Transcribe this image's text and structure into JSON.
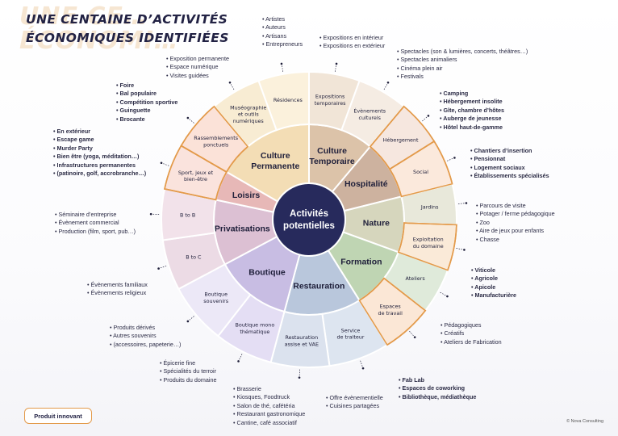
{
  "title": {
    "line1": "UNE CENTAINE D’ACTIVITÉS",
    "line2": "ÉCONOMIQUES IDENTIFIÉES",
    "ghost": "UNE CE… ÉCONOMI…"
  },
  "center": {
    "line1": "Activités",
    "line2": "potentielles"
  },
  "categories": [
    {
      "id": "culture-permanente",
      "lines": [
        "Culture",
        "Permanente"
      ],
      "color": "#f3ddb5"
    },
    {
      "id": "culture-temporaire",
      "lines": [
        "Culture",
        "Temporaire"
      ],
      "color": "#dcc3a9"
    },
    {
      "id": "hospitalite",
      "lines": [
        "Hospitalité"
      ],
      "color": "#cdb29f"
    },
    {
      "id": "nature",
      "lines": [
        "Nature"
      ],
      "color": "#d6d6bd"
    },
    {
      "id": "formation",
      "lines": [
        "Formation"
      ],
      "color": "#bfd5b3"
    },
    {
      "id": "restauration",
      "lines": [
        "Restauration"
      ],
      "color": "#b9c7dc"
    },
    {
      "id": "boutique",
      "lines": [
        "Boutique"
      ],
      "color": "#c8bde3"
    },
    {
      "id": "privatisations",
      "lines": [
        "Privatisations"
      ],
      "color": "#dcc0d3"
    },
    {
      "id": "loisirs",
      "lines": [
        "Loisirs"
      ],
      "color": "#e7b8b7"
    }
  ],
  "segments": [
    {
      "id": "residences",
      "lines": [
        "Résidences"
      ],
      "color": "#fbf1dc",
      "innovant": false
    },
    {
      "id": "expositions-temporaires",
      "lines": [
        "Expositions",
        "temporaires"
      ],
      "color": "#f1e5d7",
      "innovant": false
    },
    {
      "id": "evenements-culturels",
      "lines": [
        "Évènements",
        "culturels"
      ],
      "color": "#f5ece3",
      "innovant": false
    },
    {
      "id": "hebergement",
      "lines": [
        "Hébergement"
      ],
      "color": "#f6e7df",
      "innovant": true
    },
    {
      "id": "social",
      "lines": [
        "Social"
      ],
      "color": "#fbe9dc",
      "innovant": true
    },
    {
      "id": "jardins",
      "lines": [
        "Jardins"
      ],
      "color": "#e8e8da",
      "innovant": false
    },
    {
      "id": "exploitation-du-domaine",
      "lines": [
        "Exploitation",
        "du domaine"
      ],
      "color": "#faead8",
      "innovant": true
    },
    {
      "id": "ateliers",
      "lines": [
        "Ateliers"
      ],
      "color": "#dfeada",
      "innovant": false
    },
    {
      "id": "espaces-de-travail",
      "lines": [
        "Espaces",
        "de travail"
      ],
      "color": "#fbe7d6",
      "innovant": true
    },
    {
      "id": "service-de-traiteur",
      "lines": [
        "Service",
        "de traiteur"
      ],
      "color": "#dde5f0",
      "innovant": false
    },
    {
      "id": "restauration-assise",
      "lines": [
        "Restauration",
        "assise et VAE"
      ],
      "color": "#dbe2ee",
      "innovant": false
    },
    {
      "id": "boutique-mono-thematique",
      "lines": [
        "Boutique mono",
        "thématique"
      ],
      "color": "#e4def4",
      "innovant": false
    },
    {
      "id": "boutique-souvenirs",
      "lines": [
        "Boutique",
        "souvenirs"
      ],
      "color": "#ece8f7",
      "innovant": false
    },
    {
      "id": "b-to-c",
      "lines": [
        "B to C"
      ],
      "color": "#ecdbe5",
      "innovant": false
    },
    {
      "id": "b-to-b",
      "lines": [
        "B to B"
      ],
      "color": "#f2e2ea",
      "innovant": false
    },
    {
      "id": "sport-jeux-bien-etre",
      "lines": [
        "Sport, jeux et",
        "bien-être"
      ],
      "color": "#fae3dd",
      "innovant": true
    },
    {
      "id": "rassemblements-ponctuels",
      "lines": [
        "Rassemblements",
        "ponctuels"
      ],
      "color": "#fbe2d8",
      "innovant": true
    },
    {
      "id": "museographie",
      "lines": [
        "Muséographie",
        "et outils",
        "numériques"
      ],
      "color": "#f8ecd3",
      "innovant": false
    }
  ],
  "notes": [
    {
      "id": "artistes",
      "bold": false,
      "items": [
        "Artistes",
        "Auteurs",
        "Artisans",
        "Entrepreneurs"
      ]
    },
    {
      "id": "expositions",
      "bold": false,
      "items": [
        "Expositions en intérieur",
        "Expositions en extérieur"
      ]
    },
    {
      "id": "spectacles",
      "bold": false,
      "items": [
        "Spectacles (son & lumières, concerts, théâtres…)",
        "Spectacles animaliers",
        "Cinéma plein air",
        "Festivals"
      ]
    },
    {
      "id": "camping",
      "bold": true,
      "items": [
        "Camping",
        "Hébergement insolite",
        "Gîte, chambre d’hôtes",
        "Auberge de jeunesse",
        "Hôtel haut-de-gamme"
      ]
    },
    {
      "id": "chantiers",
      "bold": true,
      "items": [
        "Chantiers d’insertion",
        "Pensionnat",
        "Logement sociaux",
        "Établissements spécialisés"
      ]
    },
    {
      "id": "parcours",
      "bold": false,
      "items": [
        "Parcours de visite",
        "Potager / ferme pédagogique",
        "Zoo",
        "Aire de jeux pour enfants",
        "Chasse"
      ]
    },
    {
      "id": "viticole",
      "bold": true,
      "items": [
        "Viticole",
        "Agricole",
        "Apicole",
        "Manufacturière"
      ]
    },
    {
      "id": "pedagogiques",
      "bold": false,
      "items": [
        "Pédagogiques",
        "Créatifs",
        "Ateliers de Fabrication"
      ]
    },
    {
      "id": "fablab",
      "bold": true,
      "items": [
        "Fab Lab",
        "Espaces de coworking",
        "Bibliothèque, médiathèque"
      ]
    },
    {
      "id": "offre",
      "bold": false,
      "items": [
        "Offre évènementielle",
        "Cuisines partagées"
      ]
    },
    {
      "id": "brasserie",
      "bold": false,
      "items": [
        "Brasserie",
        "Kiosques, Foodtruck",
        "Salon de thé, cafétéria",
        "Restaurant gastronomique",
        "Cantine, café associatif"
      ]
    },
    {
      "id": "epicerie",
      "bold": false,
      "items": [
        "Épicerie fine",
        "Spécialités du terroir",
        "Produits du domaine"
      ]
    },
    {
      "id": "produits-derives",
      "bold": false,
      "items": [
        "Produits dérivés",
        "Autres souvenirs",
        "(accessoires, papeterie…)"
      ]
    },
    {
      "id": "evenements-familiaux",
      "bold": false,
      "items": [
        "Évènements familiaux",
        "Évènements religieux"
      ]
    },
    {
      "id": "seminaire",
      "bold": false,
      "items": [
        "Séminaire d’entreprise",
        "Évènement commercial",
        "Production (film, sport, pub…)"
      ]
    },
    {
      "id": "exterieur",
      "bold": true,
      "items": [
        "En extérieur",
        "Escape game",
        "Murder Party",
        "Bien être (yoga, méditation…)",
        "Infrastructures permanentes",
        "(patinoire, golf, accrobranche…)"
      ]
    },
    {
      "id": "foire",
      "bold": true,
      "items": [
        "Foire",
        "Bal populaire",
        "Compétition sportive",
        "Guinguette",
        "Brocante"
      ]
    },
    {
      "id": "exposition-permanente",
      "bold": false,
      "items": [
        "Exposition permanente",
        "Espace numérique",
        "Visites guidées"
      ]
    }
  ],
  "legend": {
    "badge": "Produit innovant",
    "copyright": "© Nova Consulting"
  },
  "colors": {
    "center": "#272a5c",
    "innovant_border": "#e39a4a",
    "text": "#1f1f3a"
  }
}
